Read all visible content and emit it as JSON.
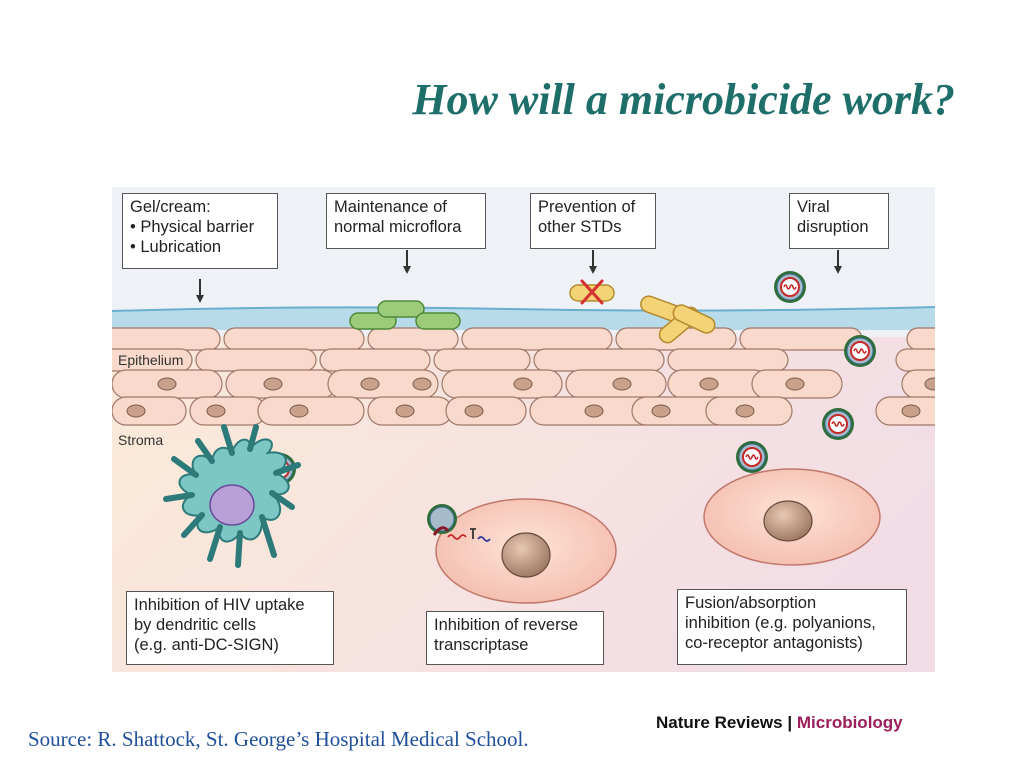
{
  "title": "How will a microbicide work?",
  "colors": {
    "title": "#1e6e6a",
    "source": "#1f4f9a",
    "brand_accent": "#9b1d5a"
  },
  "diagram": {
    "boxes": {
      "gel": {
        "lines": [
          "Gel/cream:",
          "• Physical barrier",
          "• Lubrication"
        ]
      },
      "microflora": {
        "lines": [
          "Maintenance of",
          "normal microflora"
        ]
      },
      "std": {
        "lines": [
          "Prevention of",
          "other STDs"
        ]
      },
      "viral": {
        "lines": [
          "Viral",
          "disruption"
        ]
      },
      "hiv_uptake": {
        "lines": [
          "Inhibition of HIV uptake",
          "by dendritic cells",
          "(e.g. anti-DC-SIGN)"
        ]
      },
      "reverse": {
        "lines": [
          "Inhibition of reverse",
          "transcriptase"
        ]
      },
      "fusion": {
        "lines": [
          "Fusion/absorption",
          "inhibition (e.g. polyanions,",
          "co-receptor antagonists)"
        ]
      }
    },
    "labels": {
      "epithelium": "Epithelium",
      "stroma": "Stroma"
    },
    "icons": [
      "virus-icon",
      "dendritic-cell-icon",
      "bacteria-icon",
      "cross-icon",
      "arrow-down-icon"
    ]
  },
  "footer": {
    "source": "Source: R. Shattock,  St. George’s Hospital Medical School.",
    "brand_name": "Nature Reviews",
    "brand_separator": "|",
    "brand_section": "Microbiology"
  }
}
